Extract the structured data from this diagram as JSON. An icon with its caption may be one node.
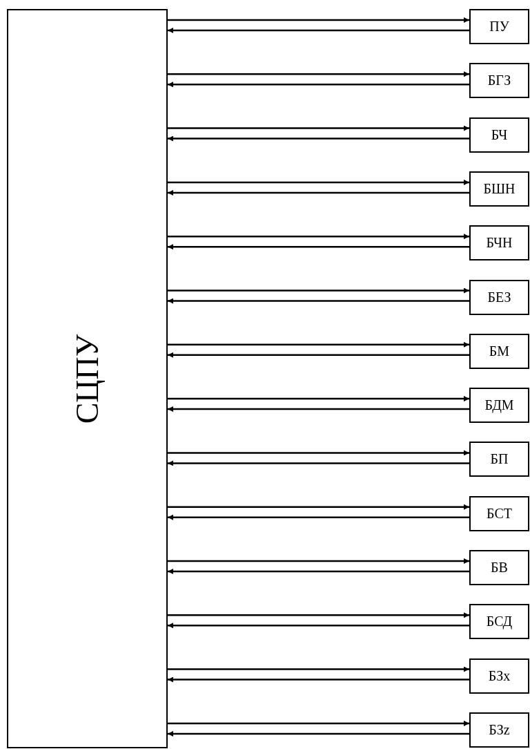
{
  "diagram": {
    "nodes": [
      {
        "text": [
          "СЦПУ"
        ]
      },
      {
        "text": [
          "ПУ"
        ]
      },
      {
        "text": [
          "БГЗ"
        ]
      },
      {
        "text": [
          "БЧ"
        ]
      },
      {
        "text": [
          "БШН"
        ]
      },
      {
        "text": [
          "БЧН"
        ]
      },
      {
        "text": [
          "БЕЗ"
        ]
      },
      {
        "text": [
          "БМ"
        ]
      },
      {
        "text": [
          "БДМ"
        ]
      },
      {
        "text": [
          "БП"
        ]
      },
      {
        "text": [
          "БСТ"
        ]
      },
      {
        "text": [
          "БВ"
        ]
      },
      {
        "text": [
          "БСД"
        ]
      },
      {
        "text": [
          "БЗx"
        ]
      },
      {
        "text": [
          "БЗz"
        ]
      }
    ],
    "edges": [
      {
        "from": 0,
        "to": 1,
        "arrow": "to"
      },
      {
        "from": 1,
        "to": 0,
        "arrow": "to"
      },
      {
        "from": 0,
        "to": 2,
        "arrow": "to"
      },
      {
        "from": 2,
        "to": 0,
        "arrow": "to"
      },
      {
        "from": 0,
        "to": 3,
        "arrow": "to"
      },
      {
        "from": 3,
        "to": 0,
        "arrow": "to"
      },
      {
        "from": 0,
        "to": 4,
        "arrow": "to"
      },
      {
        "from": 4,
        "to": 0,
        "arrow": "to"
      },
      {
        "from": 0,
        "to": 5,
        "arrow": "to"
      },
      {
        "from": 5,
        "to": 0,
        "arrow": "to"
      },
      {
        "from": 0,
        "to": 6,
        "arrow": "to"
      },
      {
        "from": 6,
        "to": 0,
        "arrow": "to"
      },
      {
        "from": 0,
        "to": 7,
        "arrow": "to"
      },
      {
        "from": 7,
        "to": 0,
        "arrow": "to"
      },
      {
        "from": 0,
        "to": 8,
        "arrow": "to"
      },
      {
        "from": 8,
        "to": 0,
        "arrow": "to"
      },
      {
        "from": 0,
        "to": 9,
        "arrow": "to"
      },
      {
        "from": 9,
        "to": 0,
        "arrow": "to"
      },
      {
        "from": 0,
        "to": 10,
        "arrow": "to"
      },
      {
        "from": 10,
        "to": 0,
        "arrow": "to"
      },
      {
        "from": 0,
        "to": 11,
        "arrow": "to"
      },
      {
        "from": 11,
        "to": 0,
        "arrow": "to"
      },
      {
        "from": 0,
        "to": 12,
        "arrow": "to"
      },
      {
        "from": 12,
        "to": 0,
        "arrow": "to"
      },
      {
        "from": 0,
        "to": 13,
        "arrow": "to"
      },
      {
        "from": 13,
        "to": 0,
        "arrow": "to"
      },
      {
        "from": 0,
        "to": 14,
        "arrow": "to"
      },
      {
        "from": 14,
        "to": 0,
        "arrow": "to"
      }
    ]
  }
}
